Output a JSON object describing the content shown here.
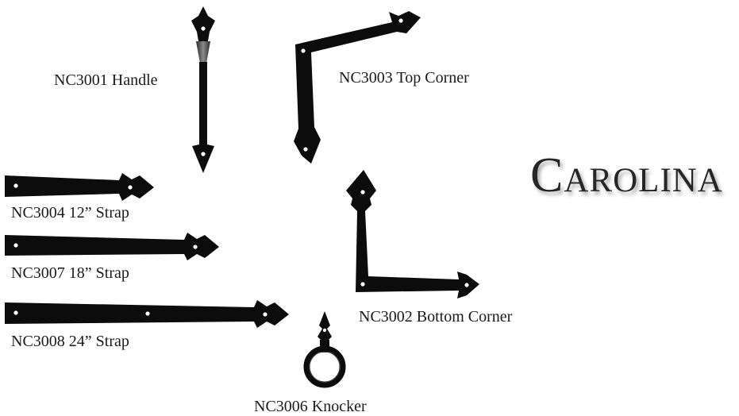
{
  "title": "Carolina",
  "products": {
    "handle": "NC3001 Handle",
    "top_corner": "NC3003 Top Corner",
    "strap_12": "NC3004 12” Strap",
    "strap_18": "NC3007 18” Strap",
    "strap_24": "NC3008 24” Strap",
    "bottom_corner": "NC3002 Bottom Corner",
    "knocker": "NC3006 Knocker"
  },
  "colors": {
    "hardware": "#0c0c0c",
    "hole": "#ffffff",
    "text": "#1a1a1a"
  }
}
